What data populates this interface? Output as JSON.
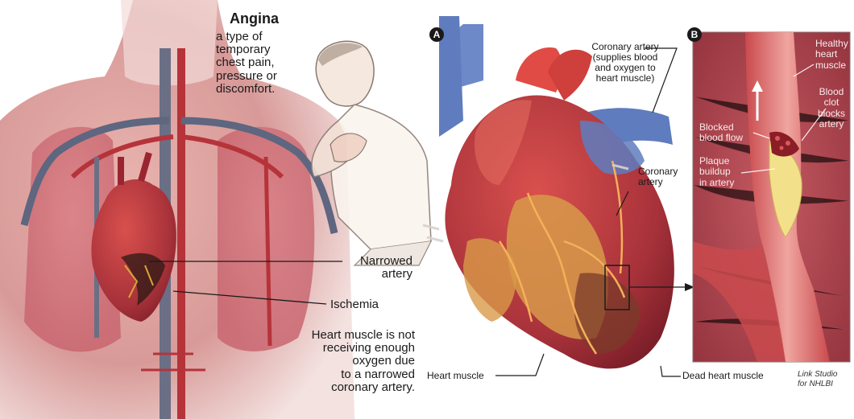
{
  "angina": {
    "title": "Angina",
    "definition": [
      "a type of",
      "temporary",
      "chest pain,",
      "pressure or",
      "discomfort."
    ]
  },
  "panels": {
    "a": "A",
    "b": "B"
  },
  "labels": {
    "narrowed_artery": [
      "Narrowed",
      "artery"
    ],
    "ischemia": "Ischemia",
    "ischemia_desc": [
      "Heart muscle is not",
      "receiving enough",
      "oxygen due",
      "to a narrowed",
      "coronary artery."
    ],
    "coronary_artery_top": [
      "Coronary artery",
      "(supplies blood",
      "and oxygen to",
      "heart muscle)"
    ],
    "coronary_artery_mid": [
      "Coronary",
      "artery"
    ],
    "heart_muscle": "Heart muscle",
    "dead_heart_muscle": "Dead heart muscle",
    "healthy_heart_muscle": [
      "Healthy",
      "heart",
      "muscle"
    ],
    "blood_clot": [
      "Blood clot",
      "blocks",
      "artery"
    ],
    "blocked_blood_flow": [
      "Blocked",
      "blood flow"
    ],
    "plaque_buildup": [
      "Plaque",
      "buildup",
      "in artery"
    ]
  },
  "credit": [
    "Link Studio",
    "for NHLBI"
  ]
}
